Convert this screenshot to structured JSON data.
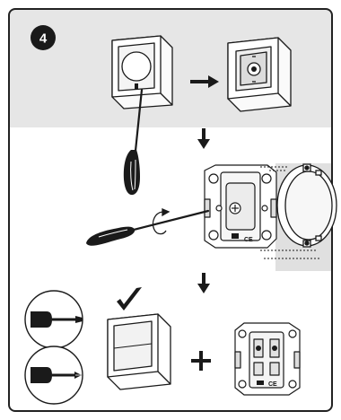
{
  "step": {
    "number": "4"
  },
  "markings": {
    "ce_mark": "CE"
  },
  "colors": {
    "top_panel": "#e5e5e5",
    "side_panel": "#e0e0e0",
    "frame_border": "#222222",
    "badge_fill": "#1a1a1a",
    "line": "#1a1a1a",
    "fill_light": "#f5f5f5"
  },
  "icons": [
    "step-badge",
    "switch-knob",
    "screwdriver",
    "arrow-right-icon",
    "arrow-down-icon",
    "rotation-arrow-icon",
    "mounting-plate",
    "junction-box",
    "checkmark-icon",
    "plus-icon",
    "rocker-switch",
    "switch-mechanism",
    "flathead-tip-detail",
    "phillips-tip-detail"
  ]
}
